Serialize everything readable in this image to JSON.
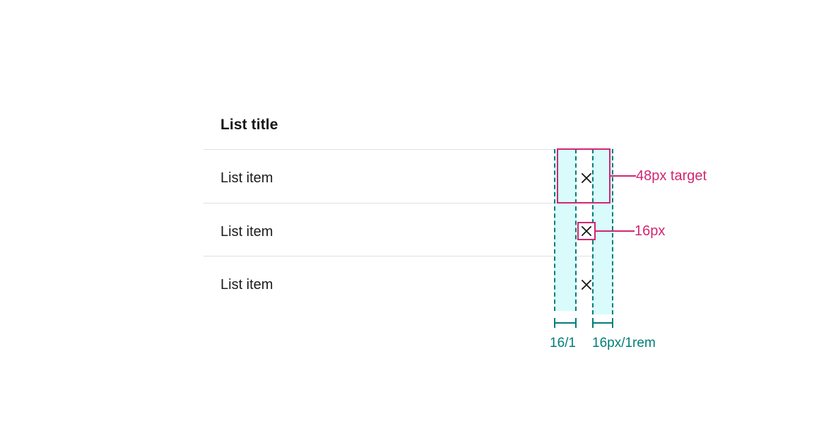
{
  "list": {
    "title": "List title",
    "items": [
      {
        "label": "List item",
        "icon": "close-icon"
      },
      {
        "label": "List item",
        "icon": "close-icon"
      },
      {
        "label": "List item",
        "icon": "close-icon"
      }
    ]
  },
  "annotations": {
    "pink": [
      {
        "name": "target-48",
        "label": "48px target",
        "value": 48,
        "unit": "px"
      },
      {
        "name": "icon-16",
        "label": "16px",
        "value": 16,
        "unit": "px"
      }
    ],
    "teal": [
      {
        "name": "spacing-16-1",
        "label": "16/1",
        "value": 16,
        "unit": "px"
      },
      {
        "name": "icon-16px-1rem",
        "label": "16px/1rem",
        "value": 16,
        "unit": "px"
      }
    ]
  },
  "colors": {
    "pink": "#d12771",
    "teal": "#007d79",
    "band_fill": "#d9fbfb",
    "divider": "#e0e0e0",
    "text": "#161616",
    "background": "#ffffff"
  }
}
